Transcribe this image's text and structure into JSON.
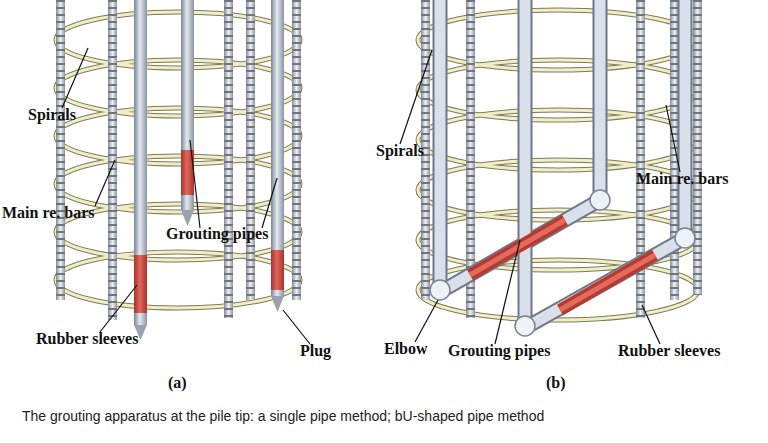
{
  "diagram": {
    "caption": "The grouting apparatus at the pile tip: a single pipe method; bU-shaped pipe method",
    "labels": [
      "Spirals",
      "Main re. bars",
      "Grouting pipes",
      "Rubber sleeves",
      "Plug",
      "(a)",
      "Spirals",
      "Main re. bars",
      "Elbow",
      "Grouting pipes",
      "Rubber sleeves",
      "(b)"
    ]
  }
}
